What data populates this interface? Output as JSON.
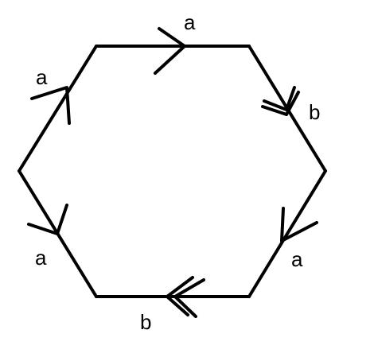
{
  "diagram": {
    "stroke_color": "#000000",
    "background_color": "#ffffff",
    "edges": [
      {
        "id": "top",
        "label": "a",
        "arrow_count": 1,
        "arrow_direction": "right"
      },
      {
        "id": "upper-right",
        "label": "b",
        "arrow_count": 2,
        "arrow_direction": "down-right"
      },
      {
        "id": "lower-right",
        "label": "a",
        "arrow_count": 1,
        "arrow_direction": "down-left"
      },
      {
        "id": "bottom",
        "label": "b",
        "arrow_count": 2,
        "arrow_direction": "left"
      },
      {
        "id": "lower-left",
        "label": "a",
        "arrow_count": 1,
        "arrow_direction": "down-right"
      },
      {
        "id": "upper-left",
        "label": "a",
        "arrow_count": 1,
        "arrow_direction": "up-right"
      }
    ]
  }
}
